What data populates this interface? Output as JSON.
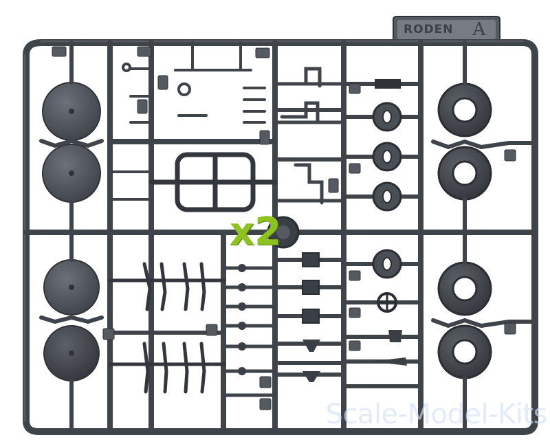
{
  "brand": {
    "name": "RODEN",
    "sprue_letter": "A"
  },
  "multiplier": "x2",
  "watermark": "Scale-Model-Kits",
  "colors": {
    "plastic": "#4a4e55",
    "plastic_dark": "#2f3237",
    "plastic_light": "#6a6f77",
    "background": "#ffffff",
    "multiplier": "#8ec21f",
    "watermark": "#d2e1f5"
  }
}
